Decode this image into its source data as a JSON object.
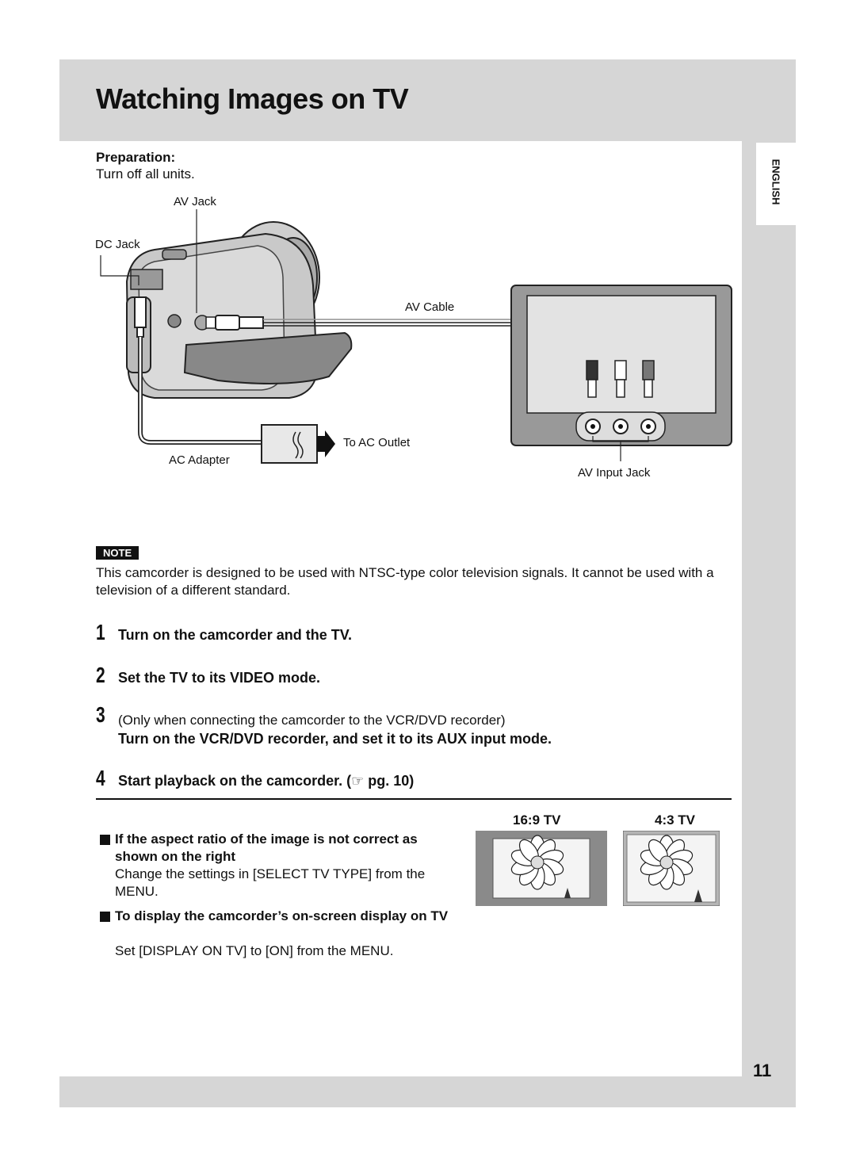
{
  "title": "Watching Images on TV",
  "language_tab": "ENGLISH",
  "preparation": {
    "label": "Preparation:",
    "text": "Turn off all units."
  },
  "diagram": {
    "av_jack": "AV Jack",
    "dc_jack": "DC Jack",
    "av_cable": "AV Cable",
    "to_ac_outlet": "To AC Outlet",
    "ac_adapter": "AC Adapter",
    "av_input_jack": "AV Input Jack"
  },
  "note": {
    "badge": "NOTE",
    "text": "This camcorder is designed to be used with NTSC-type color television signals. It cannot be used with a television of a different standard."
  },
  "steps": [
    {
      "num": "1",
      "text": "Turn on the camcorder and the TV."
    },
    {
      "num": "2",
      "text": "Set the TV to its VIDEO mode."
    },
    {
      "num": "3",
      "paren": "(Only when connecting the camcorder to the VCR/DVD recorder)",
      "text": "Turn on the VCR/DVD recorder, and set it to its AUX input mode."
    },
    {
      "num": "4",
      "text": "Start playback on the camcorder. (",
      "ref_icon": "☞",
      "ref": " pg. 10)"
    }
  ],
  "tv_types": {
    "wide": "16:9 TV",
    "standard": "4:3 TV"
  },
  "bullets": [
    {
      "head": "If the aspect ratio of the image is not correct as shown on the right",
      "body": "Change the settings in [SELECT TV TYPE] from the MENU."
    },
    {
      "head": "To display the camcorder’s on-screen display on TV",
      "body": "Set [DISPLAY ON TV] to [ON] from the MENU."
    }
  ],
  "page_number": "11",
  "icons": [
    "hand-pointer-icon",
    "flower-icon",
    "arrow-right-icon",
    "square-bullet-icon"
  ]
}
